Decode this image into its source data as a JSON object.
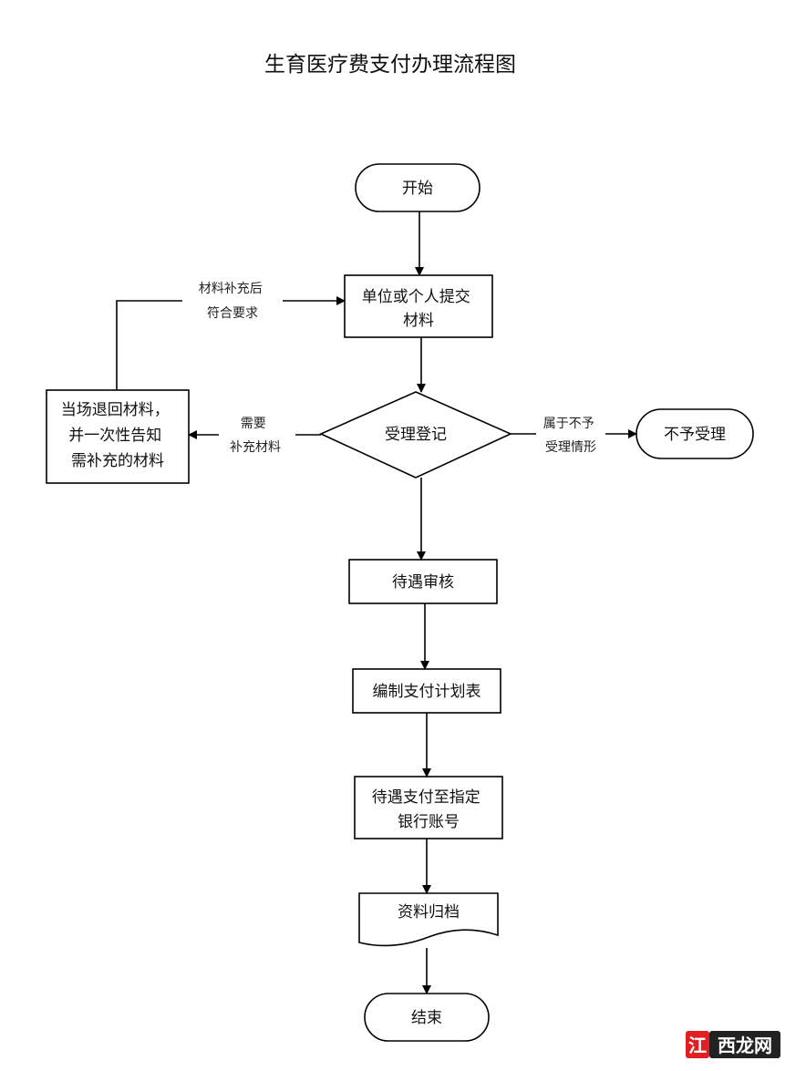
{
  "title": "生育医疗费支付办理流程图",
  "nodes": {
    "start": "开始",
    "submit": [
      "单位或个人提交",
      "材料"
    ],
    "register": "受理登记",
    "reject": "不予受理",
    "return_materials": [
      "当场退回材料，",
      "并一次性告知",
      "需补充的材料"
    ],
    "review": "待遇审核",
    "plan": "编制支付计划表",
    "pay": [
      "待遇支付至指定",
      "银行账号"
    ],
    "archive": "资料归档",
    "end": "结束"
  },
  "edges": {
    "resubmit_label": [
      "材料补充后",
      "符合要求"
    ],
    "need_supplement_label": [
      "需要",
      "补充材料"
    ],
    "not_accepted_label": [
      "属于不予",
      "受理情形"
    ]
  },
  "watermark": {
    "text_red": "江",
    "text_rest": "西龙网",
    "color_red": "#e02020",
    "color_bg": "#222222"
  }
}
